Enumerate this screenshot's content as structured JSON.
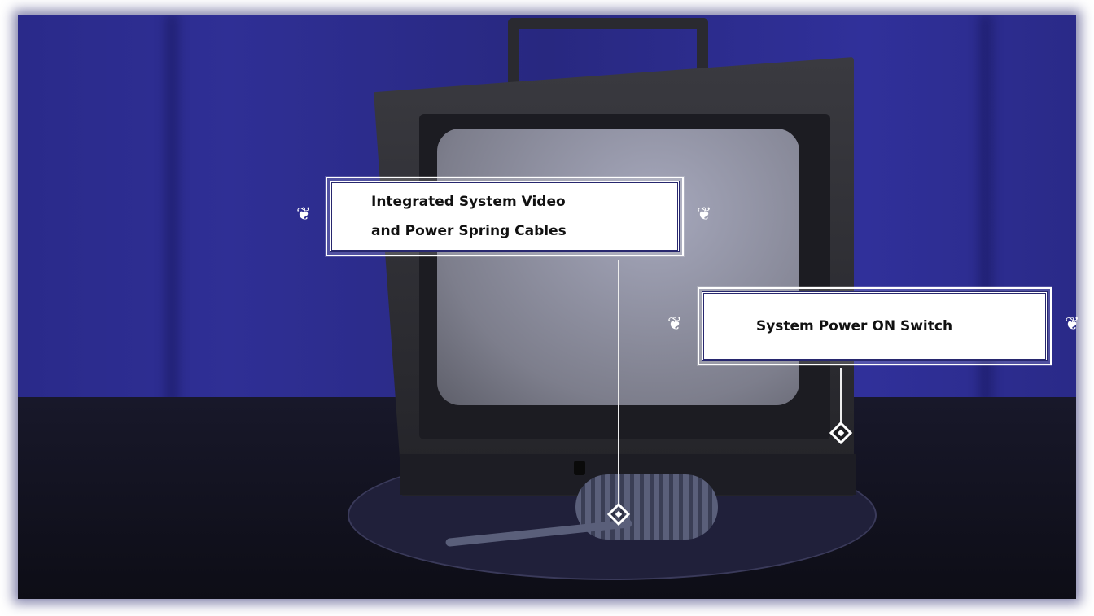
{
  "annotations": [
    {
      "line1": "Integrated System Video",
      "line2": "and Power Spring Cables"
    },
    {
      "text": "System Power ON Switch"
    }
  ],
  "colors": {
    "frame": "#27276e",
    "backdrop": "#2c2c90"
  }
}
